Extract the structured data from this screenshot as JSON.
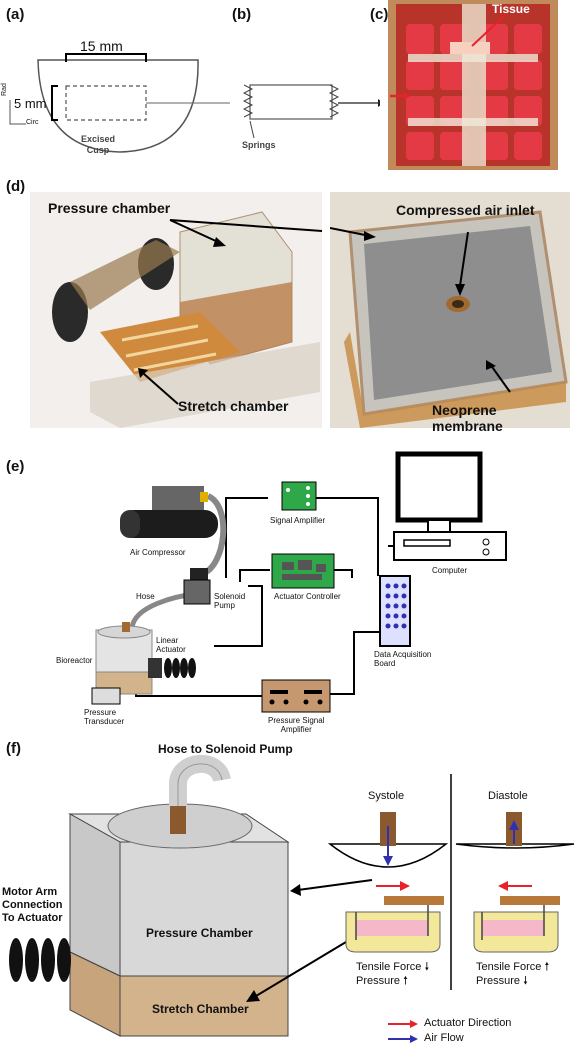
{
  "panel_a": {
    "label": "(a)",
    "width_dim": "15 mm",
    "height_dim": "5 mm",
    "axis_rad": "Rad",
    "axis_circ": "Circ",
    "caption_line1": "Excised",
    "caption_line2": "Cusp"
  },
  "panel_b": {
    "label": "(b)",
    "springs": "Springs"
  },
  "panel_c": {
    "label": "(c)",
    "tissue": "Tissue"
  },
  "panel_d": {
    "label": "(d)",
    "pressure_chamber": "Pressure chamber",
    "stretch_chamber": "Stretch chamber",
    "air_inlet": "Compressed air inlet",
    "membrane": "Neoprene membrane"
  },
  "panel_e": {
    "label": "(e)",
    "air_compressor": "Air Compressor",
    "signal_amplifier": "Signal Amplifier",
    "computer": "Computer",
    "hose": "Hose",
    "solenoid_1": "Solenoid",
    "solenoid_2": "Pump",
    "actuator_controller": "Actuator Controller",
    "linear_1": "Linear",
    "linear_2": "Actuator",
    "bioreactor": "Bioreactor",
    "daq_1": "Data Acquisition",
    "daq_2": "Board",
    "pressure_transducer_1": "Pressure",
    "pressure_transducer_2": "Transducer",
    "pressure_amp_1": "Pressure Signal",
    "pressure_amp_2": "Amplifier"
  },
  "panel_f": {
    "label": "(f)",
    "hose_title": "Hose to Solenoid Pump",
    "systole": "Systole",
    "diastole": "Diastole",
    "pressure_chamber": "Pressure Chamber",
    "stretch_chamber": "Stretch Chamber",
    "motor_1": "Motor Arm",
    "motor_2": "Connection",
    "motor_3": "To Actuator",
    "tensile_sys": "Tensile Force",
    "pressure_sys": "Pressure",
    "tensile_dia": "Tensile Force",
    "pressure_dia": "Pressure",
    "legend_actuator": "Actuator Direction",
    "legend_air": "Air Flow"
  },
  "colors": {
    "red": "#e8212a",
    "blue": "#3030b0",
    "tan": "#d2b38c",
    "chamber_gray": "#d9d9d9",
    "tissue_pink": "#f4b8c8",
    "fluid_yellow": "#f3e79a",
    "wood": "#b8783a",
    "board_green": "#2fa84a",
    "amp_brown": "#c69870"
  }
}
